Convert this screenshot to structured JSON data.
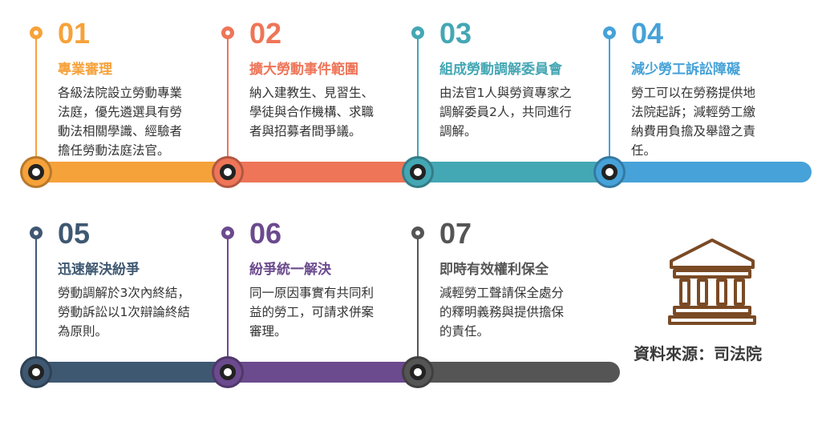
{
  "steps": [
    {
      "num": "01",
      "title": "專業審理",
      "color": "#f6a23a",
      "lines": [
        "各級法院設立勞動專業",
        "法庭，優先遴選具有勞",
        "動法相關學識、經驗者",
        "擔任勞動法庭法官。"
      ]
    },
    {
      "num": "02",
      "title": "擴大勞動事件範圍",
      "color": "#ee7558",
      "lines": [
        "納入建教生、見習生、",
        "學徒與合作機構、求職",
        "者與招募者間爭議。"
      ]
    },
    {
      "num": "03",
      "title": "組成勞動調解委員會",
      "color": "#44a7b4",
      "lines": [
        "由法官1人與勞資專家之",
        "調解委員2人，共同進行",
        "調解。"
      ]
    },
    {
      "num": "04",
      "title": "減少勞工訴訟障礙",
      "color": "#46a2d8",
      "lines": [
        "勞工可以在勞務提供地",
        "法院起訴；減輕勞工繳",
        "納費用負擔及舉證之責",
        "任。"
      ]
    },
    {
      "num": "05",
      "title": "迅速解決紛爭",
      "color": "#3f5872",
      "lines": [
        "勞動調解於3次內終結，",
        "勞動訴訟以1次辯論終結",
        "為原則。"
      ]
    },
    {
      "num": "06",
      "title": "紛爭統一解決",
      "color": "#6b4a8e",
      "lines": [
        "同一原因事實有共同利",
        "益的勞工，可請求併案",
        "審理。"
      ]
    },
    {
      "num": "07",
      "title": "即時有效權利保全",
      "color": "#555555",
      "lines": [
        "減輕勞工聲請保全處分",
        "的釋明義務與提供擔保",
        "的責任。"
      ]
    }
  ],
  "source": {
    "label": "資料來源：司法院",
    "icon": "courthouse-icon",
    "icon_color": "#7a4a25"
  }
}
